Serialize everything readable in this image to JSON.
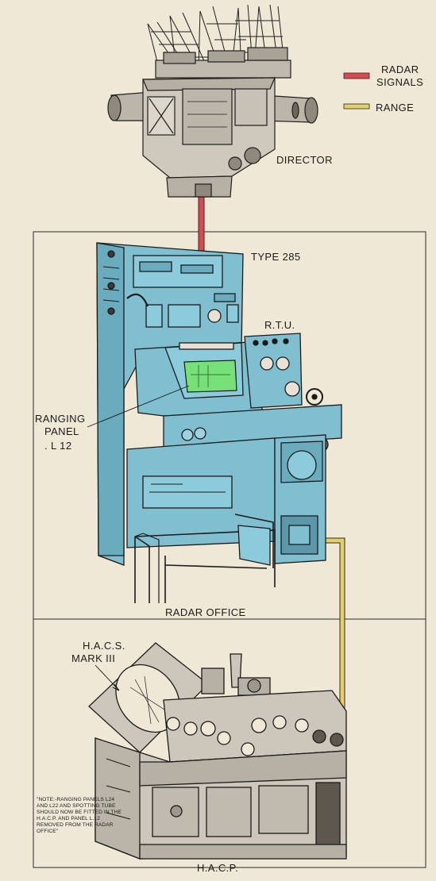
{
  "legend": {
    "items": [
      {
        "label_line1": "RADAR",
        "label_line2": "SIGNALS",
        "color": "#d94a4e"
      },
      {
        "label": "RANGE",
        "color": "#e5cf67"
      }
    ]
  },
  "labels": {
    "director": "DIRECTOR",
    "type": "TYPE 285",
    "rtu": "R.T.U.",
    "ranging_line1": "RANGING",
    "ranging_line2": "PANEL",
    "ranging_line3": ". L 12",
    "radar_office": "RADAR OFFICE",
    "hacs_line1": "H.A.C.S.",
    "hacs_line2": "MARK III",
    "hacp": "H.A.C.P."
  },
  "note": "\"NOTE:-RANGING PANELS L24 AND L22 AND SPOTTING TUBE SHOULD NOW BE FITTED IN THE H.A.C.P. AND PANEL L.12 REMOVED FROM THE RADAR OFFICE\"",
  "colors": {
    "background": "#efe8d6",
    "radar_signals": "#d94a4e",
    "range": "#e5cf67",
    "console_blue": "#7fbfd0",
    "director_grey": "#cfc8bc",
    "hacp_grey": "#cdc6ba",
    "screen_green": "#78e078"
  }
}
